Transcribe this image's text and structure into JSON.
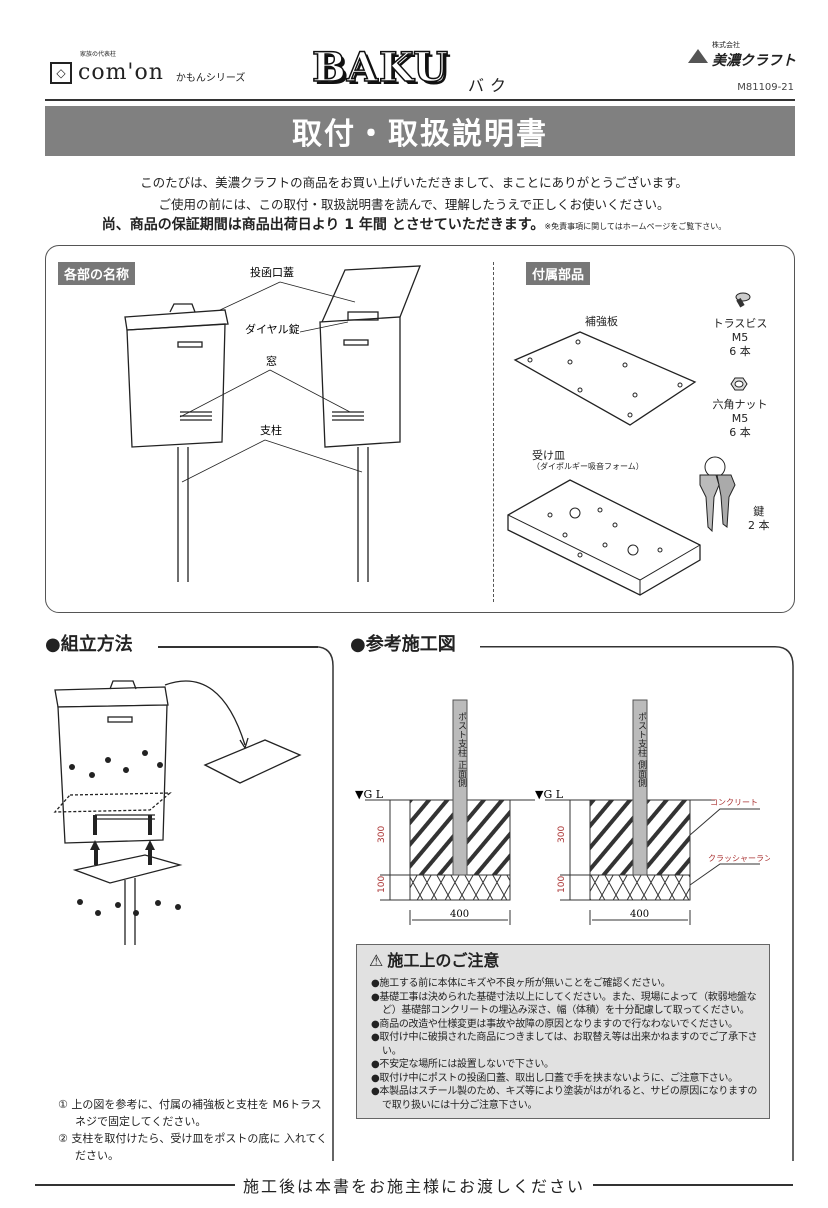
{
  "header": {
    "brand_tagline": "家族の代表柱",
    "brand_name": "com'on",
    "series": "かもんシリーズ",
    "product": "BAKU",
    "product_kana": "バク",
    "company_small": "株式会社",
    "company_name": "美濃クラフト",
    "doc_code": "M81109-21"
  },
  "title": "取付・取扱説明書",
  "intro": {
    "line1": "このたびは、美濃クラフトの商品をお買い上げいただきまして、まことにありがとうございます。",
    "line2": "ご使用の前には、この取付・取扱説明書を読んで、理解したうえで正しくお使いください。",
    "warranty": "尚、商品の保証期間は商品出荷日より 1 年間 とさせていただきます。",
    "disclaimer": "※免責事項に関してはホームページをご覧下さい。"
  },
  "parts_names": {
    "heading": "各部の名称",
    "slot_lid": "投函口蓋",
    "dial_lock": "ダイヤル錠",
    "window": "窓",
    "post": "支柱"
  },
  "accessories": {
    "heading": "付属部品",
    "plate": "補強板",
    "screw": "トラスビス",
    "screw_size": "M5",
    "screw_qty": "6 本",
    "nut": "六角ナット",
    "nut_size": "M5",
    "nut_qty": "6 本",
    "tray": "受け皿",
    "tray_note": "（ダイポルギー吸音フォーム）",
    "key": "鍵",
    "key_qty": "2 本"
  },
  "assembly": {
    "heading": "●組立方法",
    "step1": "① 上の図を参考に、付属の補強板と支柱を M6トラスネジで固定してください。",
    "step2": "② 支柱を取付けたら、受け皿をポストの底に 入れてください。"
  },
  "construction": {
    "heading": "●参考施工図",
    "gl": "▼G L",
    "post_front": "ポスト支柱 正面側",
    "post_side": "ポスト支柱 側面側",
    "depth_concrete": "300",
    "depth_gravel": "100",
    "width": "400",
    "concrete": "コンクリート",
    "crusher_run": "クラッシャーラン"
  },
  "caution": {
    "heading": "施工上のご注意",
    "items": [
      "●施工する前に本体にキズや不良ヶ所が無いことをご確認ください。",
      "●基礎工事は決められた基礎寸法以上にしてください。また、現場によって（軟弱地盤など）基礎部コンクリートの埋込み深さ、幅（体積）を十分配慮して取ってください。",
      "●商品の改造や仕様変更は事故や故障の原因となりますので行なわないでください。",
      "●取付け中に破損された商品につきましては、お取替え等は出来かねますのでご了承下さい。",
      "●不安定な場所には設置しないで下さい。",
      "●取付け中にポストの投函口蓋、取出し口蓋で手を挟まないように、ご注意下さい。",
      "●本製品はスチール製のため、キズ等により塗装がはがれると、サビの原因になりますので取り扱いには十分ご注意下さい。"
    ]
  },
  "footer": "施工後は本書をお施主様にお渡しください",
  "colors": {
    "banner": "#808080",
    "caution_bg": "#e1e1e1"
  }
}
